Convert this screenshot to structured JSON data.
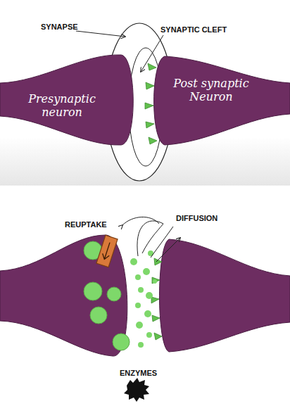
{
  "diagram": {
    "nodes": [
      {
        "text": [
          "Presynaptic neuron"
        ]
      },
      {
        "text": [
          "Post synaptic Neuron"
        ]
      }
    ],
    "labels": [
      "SYNAPSE",
      "SYNAPTIC CLEFT",
      "REUPTAKE",
      "DIFFUSION",
      "ENZYMES"
    ]
  }
}
